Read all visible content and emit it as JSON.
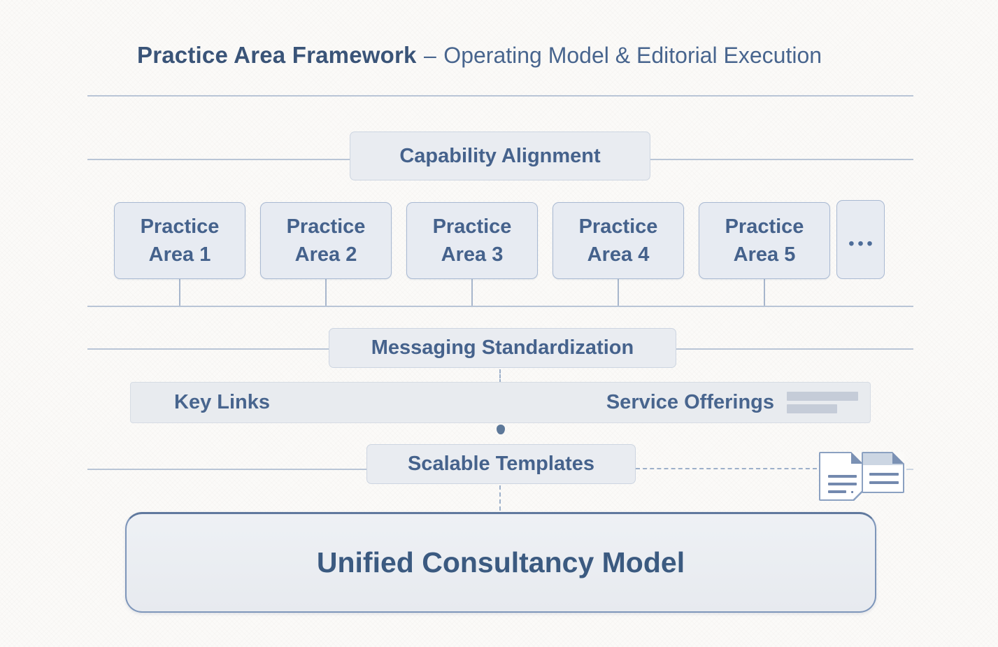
{
  "header": {
    "title_primary": "Practice Area Framework",
    "title_separator": "–",
    "title_secondary": "Operating Model & Editorial Execution"
  },
  "capability": {
    "label": "Capability Alignment"
  },
  "practice_areas": [
    {
      "label": "Practice Area 1"
    },
    {
      "label": "Practice Area 2"
    },
    {
      "label": "Practice Area 3"
    },
    {
      "label": "Practice Area 4"
    },
    {
      "label": "Practice Area 5"
    }
  ],
  "more_indicator": {
    "label": "•••",
    "icon": "ellipsis-icon"
  },
  "messaging": {
    "label": "Messaging Standardization"
  },
  "links_bar": {
    "left_label": "Key Links",
    "right_label": "Service Offerings"
  },
  "templates": {
    "label": "Scalable Templates",
    "icon": "documents-icon"
  },
  "foundation": {
    "label": "Unified Consultancy Model"
  },
  "colors": {
    "background": "#fbfaf8",
    "box_fill": "#e9ecf1",
    "box_border_strong": "#a9b9d2",
    "box_border_soft": "#cdd5e1",
    "guide_line": "#b9c5d6",
    "dashed_line": "#9db0ca",
    "text_primary": "#45628c",
    "title_bold": "#3a5478",
    "foundation_border": "#7e96ba",
    "dot": "#5d7899",
    "doc_fold": "#7b91b4",
    "placeholder": "#c5ccd8"
  }
}
